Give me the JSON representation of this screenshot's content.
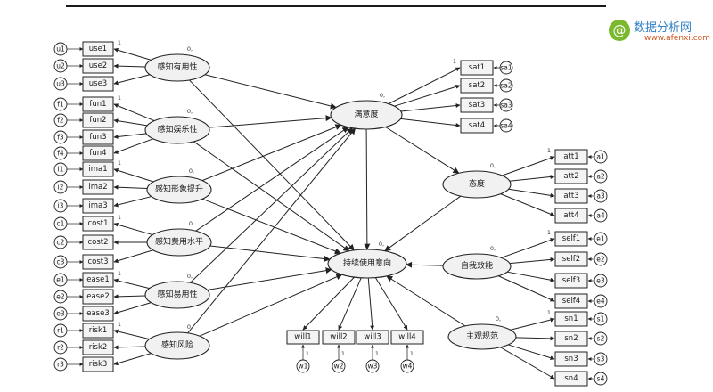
{
  "logo": {
    "mark": "@",
    "name": "数据分析网",
    "url": "www.afenxi.com"
  },
  "loading_weight": "1",
  "variance_label": "0,",
  "left_groups": [
    {
      "latent": "感知有用性",
      "indicators": [
        "use1",
        "use2",
        "use3"
      ],
      "errors": [
        "u1",
        "u2",
        "u3"
      ]
    },
    {
      "latent": "感知娱乐性",
      "indicators": [
        "fun1",
        "fun2",
        "fun3",
        "fun4"
      ],
      "errors": [
        "f1",
        "f2",
        "f3",
        "f4"
      ]
    },
    {
      "latent": "感知形象提升",
      "indicators": [
        "ima1",
        "ima2",
        "ima3"
      ],
      "errors": [
        "i1",
        "i2",
        "i3"
      ]
    },
    {
      "latent": "感知费用水平",
      "indicators": [
        "cost1",
        "cost2",
        "cost3"
      ],
      "errors": [
        "c1",
        "c2",
        "c3"
      ]
    },
    {
      "latent": "感知易用性",
      "indicators": [
        "ease1",
        "ease2",
        "ease3"
      ],
      "errors": [
        "e1",
        "e2",
        "e3"
      ]
    },
    {
      "latent": "感知风险",
      "indicators": [
        "risk1",
        "risk2",
        "risk3"
      ],
      "errors": [
        "r1",
        "r2",
        "r3"
      ]
    }
  ],
  "right_groups": [
    {
      "latent": "满意度",
      "indicators": [
        "sat1",
        "sat2",
        "sat3",
        "sat4"
      ],
      "errors": [
        "sa1",
        "sa2",
        "sa3",
        "sa4"
      ]
    },
    {
      "latent": "态度",
      "indicators": [
        "att1",
        "att2",
        "att3",
        "att4"
      ],
      "errors": [
        "a1",
        "a2",
        "a3",
        "a4"
      ]
    },
    {
      "latent": "自我效能",
      "indicators": [
        "self1",
        "self2",
        "self3",
        "self4"
      ],
      "errors": [
        "e1",
        "e2",
        "e3",
        "e4"
      ]
    },
    {
      "latent": "主观规范",
      "indicators": [
        "sn1",
        "sn2",
        "sn3",
        "sn4"
      ],
      "errors": [
        "s1",
        "s2",
        "s3",
        "s4"
      ]
    }
  ],
  "outcome": {
    "latent": "持续使用意向",
    "indicators": [
      "will1",
      "will2",
      "will3",
      "will4"
    ],
    "errors": [
      "w1",
      "w2",
      "w3",
      "w4"
    ]
  }
}
